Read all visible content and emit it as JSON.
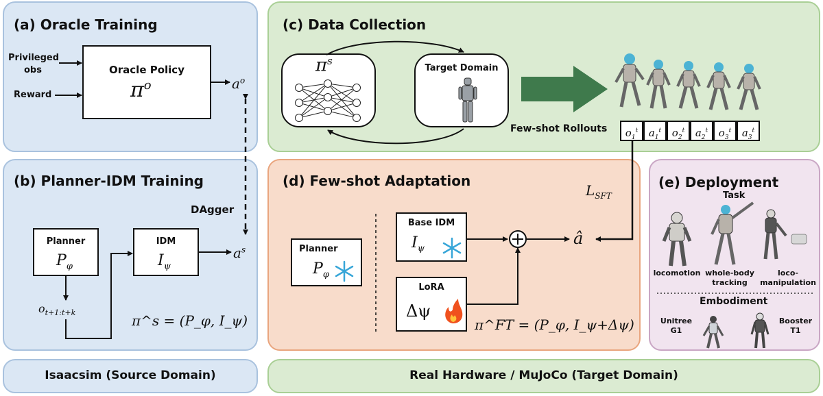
{
  "panels": {
    "a": {
      "title": "(a) Oracle Training",
      "input1": "Privileged obs",
      "input1_l1": "Privileged",
      "input1_l2": "obs",
      "input2": "Reward",
      "box_label": "Oracle Policy",
      "policy": "π",
      "policy_sup": "o",
      "output": "a",
      "output_sup": "o"
    },
    "b": {
      "title": "(b) Planner-IDM Training",
      "dagger": "DAgger",
      "planner_label": "Planner",
      "planner_sym": "P",
      "planner_sub": "φ",
      "idm_label": "IDM",
      "idm_sym": "I",
      "idm_sub": "ψ",
      "output": "a",
      "output_sup": "s",
      "obs": "o",
      "obs_sub": "t+1:t+k",
      "equation": "π^s = (P_φ, I_ψ)"
    },
    "c": {
      "title": "(c) Data Collection",
      "policy": "π",
      "policy_sup": "s",
      "target_label": "Target Domain",
      "rollouts_label": "Few-shot Rollouts",
      "rollout_cells": [
        {
          "sym": "o",
          "sup": "t",
          "sub": "1"
        },
        {
          "sym": "a",
          "sup": "t",
          "sub": "1"
        },
        {
          "sym": "o",
          "sup": "t",
          "sub": "2"
        },
        {
          "sym": "a",
          "sup": "t",
          "sub": "2"
        },
        {
          "sym": "o",
          "sup": "t",
          "sub": "3"
        },
        {
          "sym": "a",
          "sup": "t",
          "sub": "3"
        }
      ]
    },
    "d": {
      "title": "(d) Few-shot Adaptation",
      "loss": "L",
      "loss_sub": "SFT",
      "planner_label": "Planner",
      "planner_sym": "P",
      "planner_sub": "φ",
      "base_label": "Base IDM",
      "base_sym": "I",
      "base_sub": "ψ",
      "lora_label": "LoRA",
      "lora_sym": "Δψ",
      "output": "â",
      "equation": "π^FT = (P_φ, I_ψ+Δψ)"
    },
    "e": {
      "title": "(e) Deployment",
      "task_label": "Task",
      "tasks": [
        "locomotion",
        "whole-body tracking",
        "loco-manipulation"
      ],
      "task_lines": [
        [
          "locomotion"
        ],
        [
          "whole-body",
          "tracking"
        ],
        [
          "loco-",
          "manipulation"
        ]
      ],
      "embodiment_label": "Embodiment",
      "robots": [
        "Unitree G1",
        "Booster T1"
      ],
      "robot_lines": [
        [
          "Unitree",
          "G1"
        ],
        [
          "Booster",
          "T1"
        ]
      ]
    }
  },
  "footers": {
    "left": "Isaacsim (Source Domain)",
    "right": "Real Hardware / MuJoCo (Target Domain)"
  },
  "colors": {
    "blue_panel": "#dbe7f4",
    "green_panel": "#dbebd2",
    "orange_panel": "#f8dccb",
    "purple_panel": "#f1e4ef",
    "big_arrow": "#3f7a4c"
  }
}
